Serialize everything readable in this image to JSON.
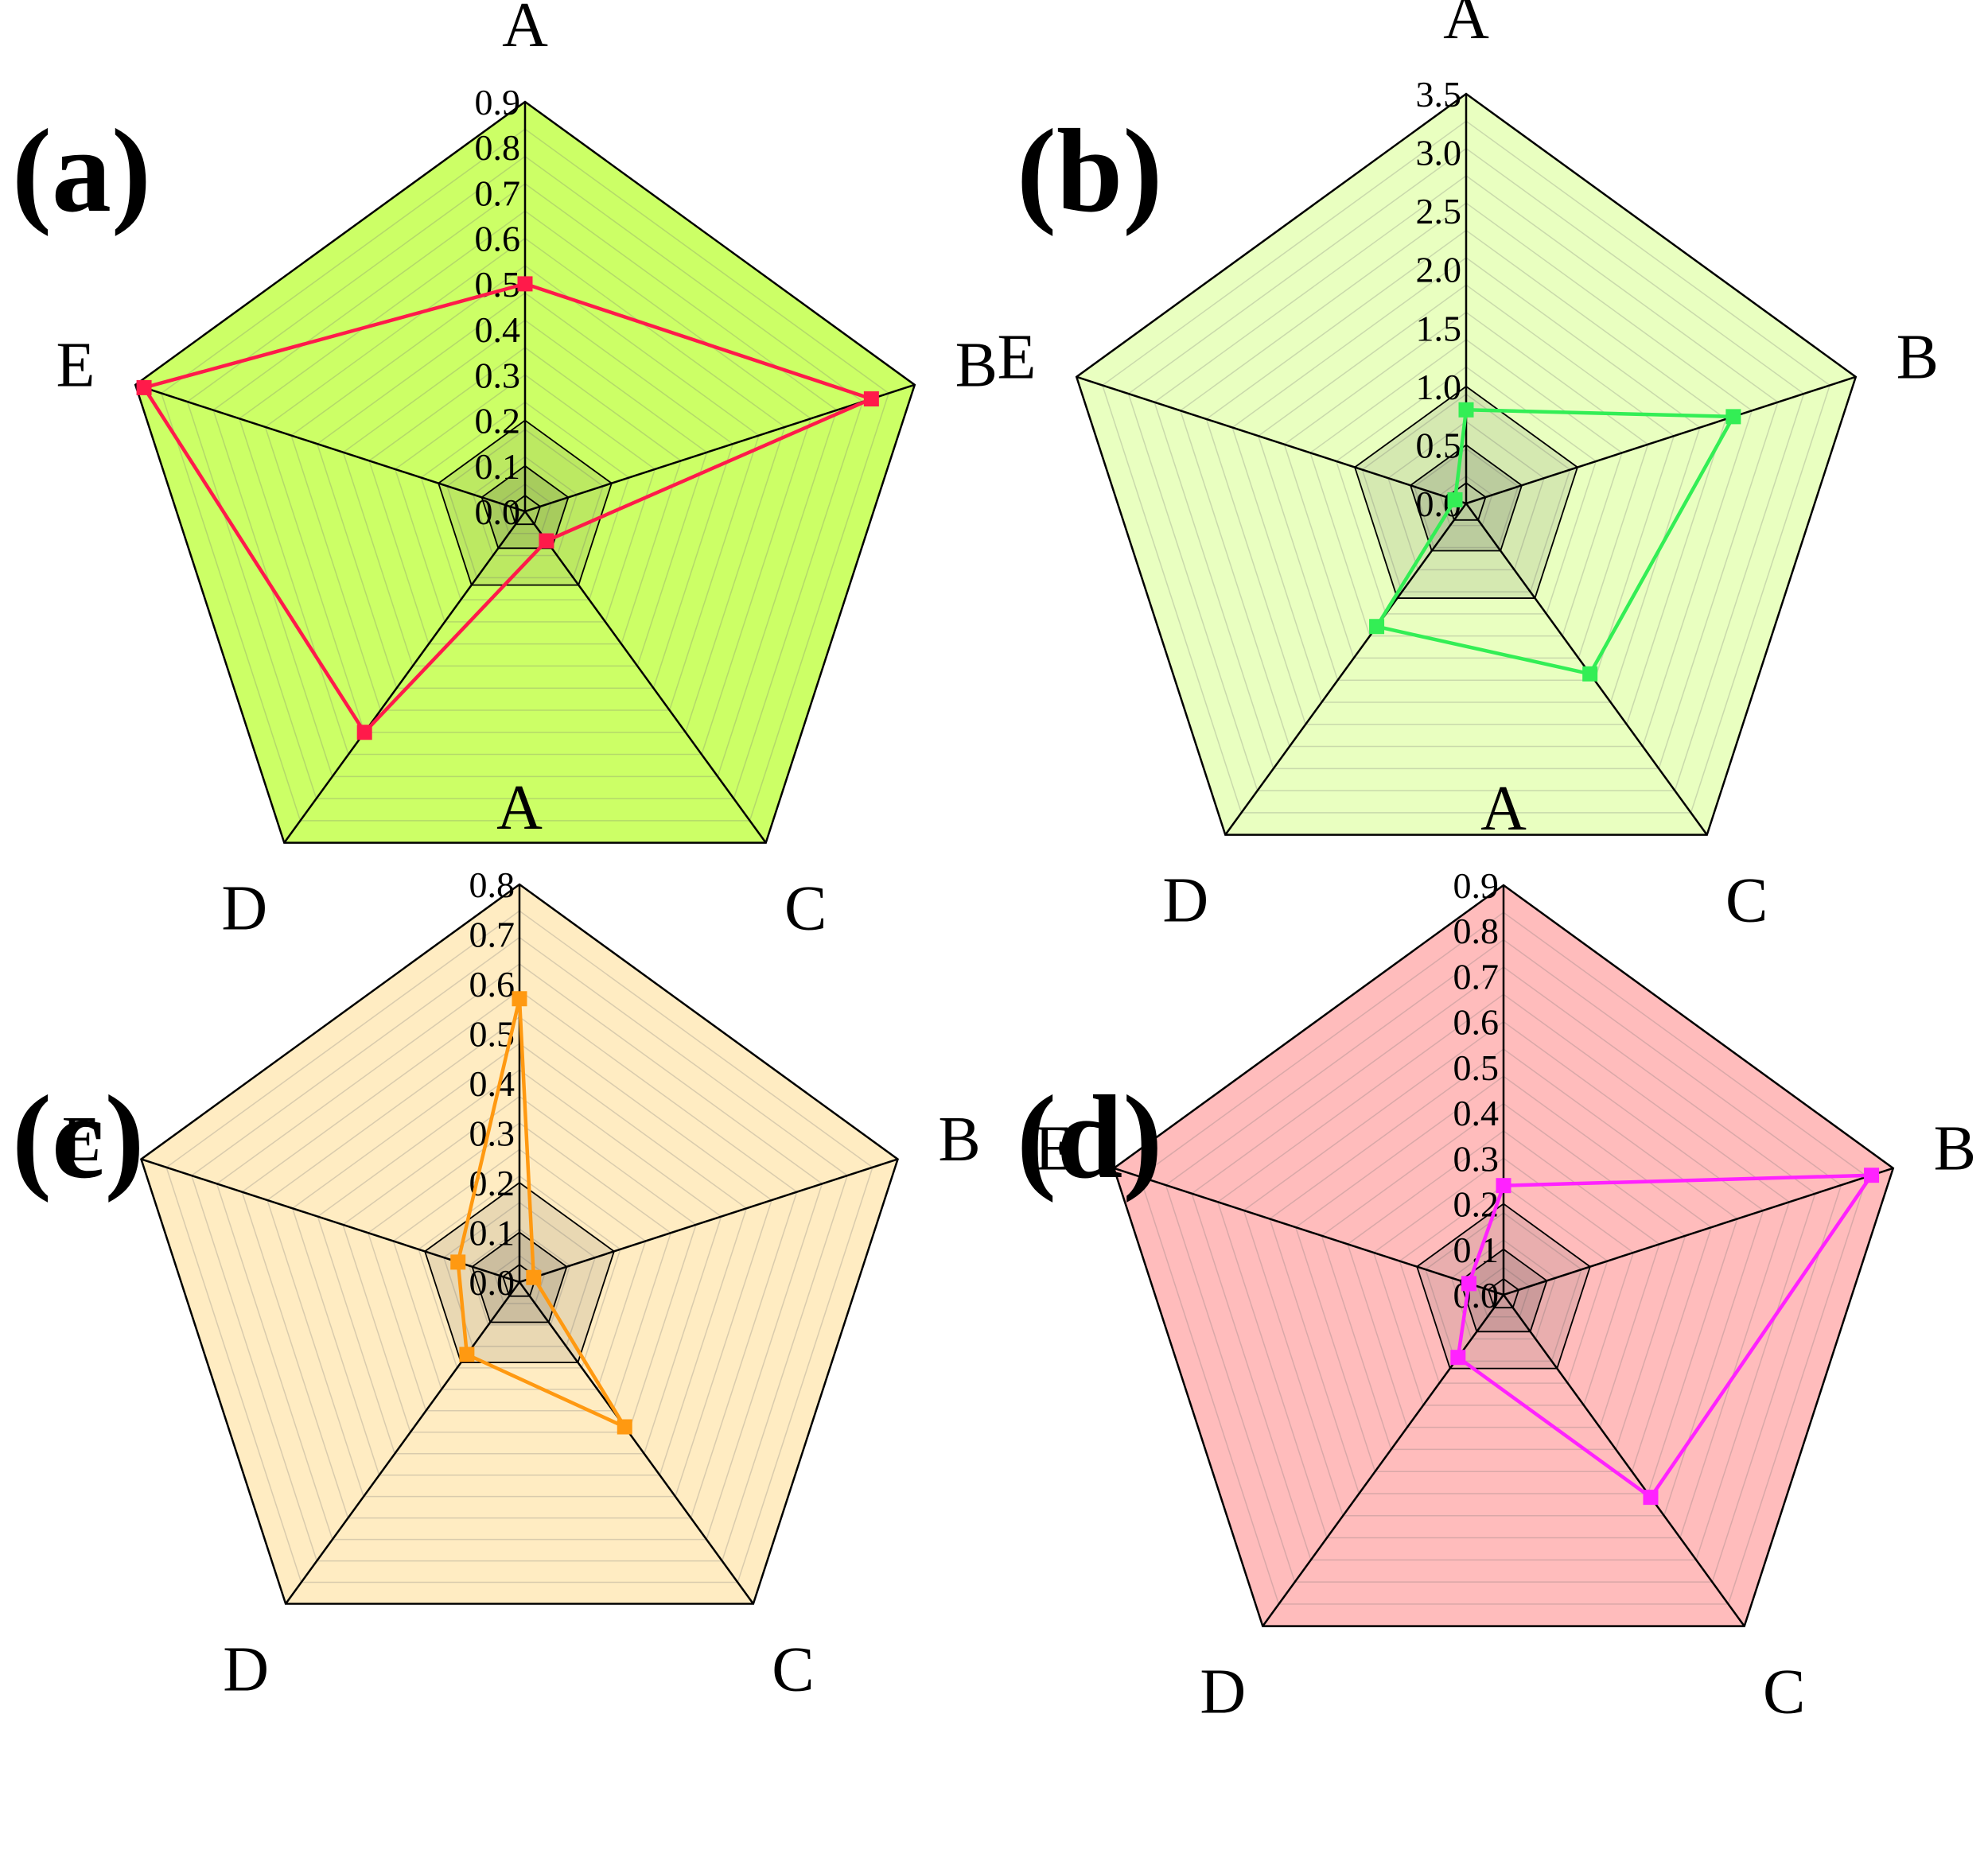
{
  "chart_data": [
    {
      "type": "radar",
      "panel_label": "(a)",
      "axes": [
        "A",
        "B",
        "C",
        "D",
        "E"
      ],
      "rmax": 0.9,
      "ticks": [
        "0.0",
        "0.1",
        "0.2",
        "0.3",
        "0.4",
        "0.5",
        "0.6",
        "0.7",
        "0.8",
        "0.9"
      ],
      "series": [
        {
          "values": [
            0.5,
            0.8,
            0.08,
            0.6,
            0.88
          ],
          "color": "#ff1a4a"
        }
      ],
      "fill_color": "#ccff66",
      "legend": "none"
    },
    {
      "type": "radar",
      "panel_label": "(b)",
      "axes": [
        "A",
        "B",
        "C",
        "D",
        "E"
      ],
      "rmax": 3.5,
      "ticks": [
        "0.0",
        "0.5",
        "1.0",
        "1.5",
        "2.0",
        "2.5",
        "3.0",
        "3.5"
      ],
      "series": [
        {
          "values": [
            0.8,
            2.4,
            1.8,
            1.3,
            0.1
          ],
          "color": "#33ee55"
        }
      ],
      "fill_color": "#e9ffc0",
      "legend": "none"
    },
    {
      "type": "radar",
      "panel_label": "(c)",
      "axes": [
        "A",
        "B",
        "C",
        "D",
        "E"
      ],
      "rmax": 0.8,
      "ticks": [
        "0.0",
        "0.1",
        "0.2",
        "0.3",
        "0.4",
        "0.5",
        "0.6",
        "0.7",
        "0.8"
      ],
      "series": [
        {
          "values": [
            0.57,
            0.03,
            0.36,
            0.18,
            0.13
          ],
          "color": "#ff9911"
        }
      ],
      "fill_color": "#ffecc2",
      "legend": "none"
    },
    {
      "type": "radar",
      "panel_label": "(d)",
      "axes": [
        "A",
        "B",
        "C",
        "D",
        "E"
      ],
      "rmax": 0.9,
      "ticks": [
        "0.0",
        "0.1",
        "0.2",
        "0.3",
        "0.4",
        "0.5",
        "0.6",
        "0.7",
        "0.8",
        "0.9"
      ],
      "series": [
        {
          "values": [
            0.24,
            0.85,
            0.55,
            0.17,
            0.08
          ],
          "color": "#ff22ff"
        }
      ],
      "fill_color": "#ffbcbc",
      "legend": "none"
    }
  ]
}
